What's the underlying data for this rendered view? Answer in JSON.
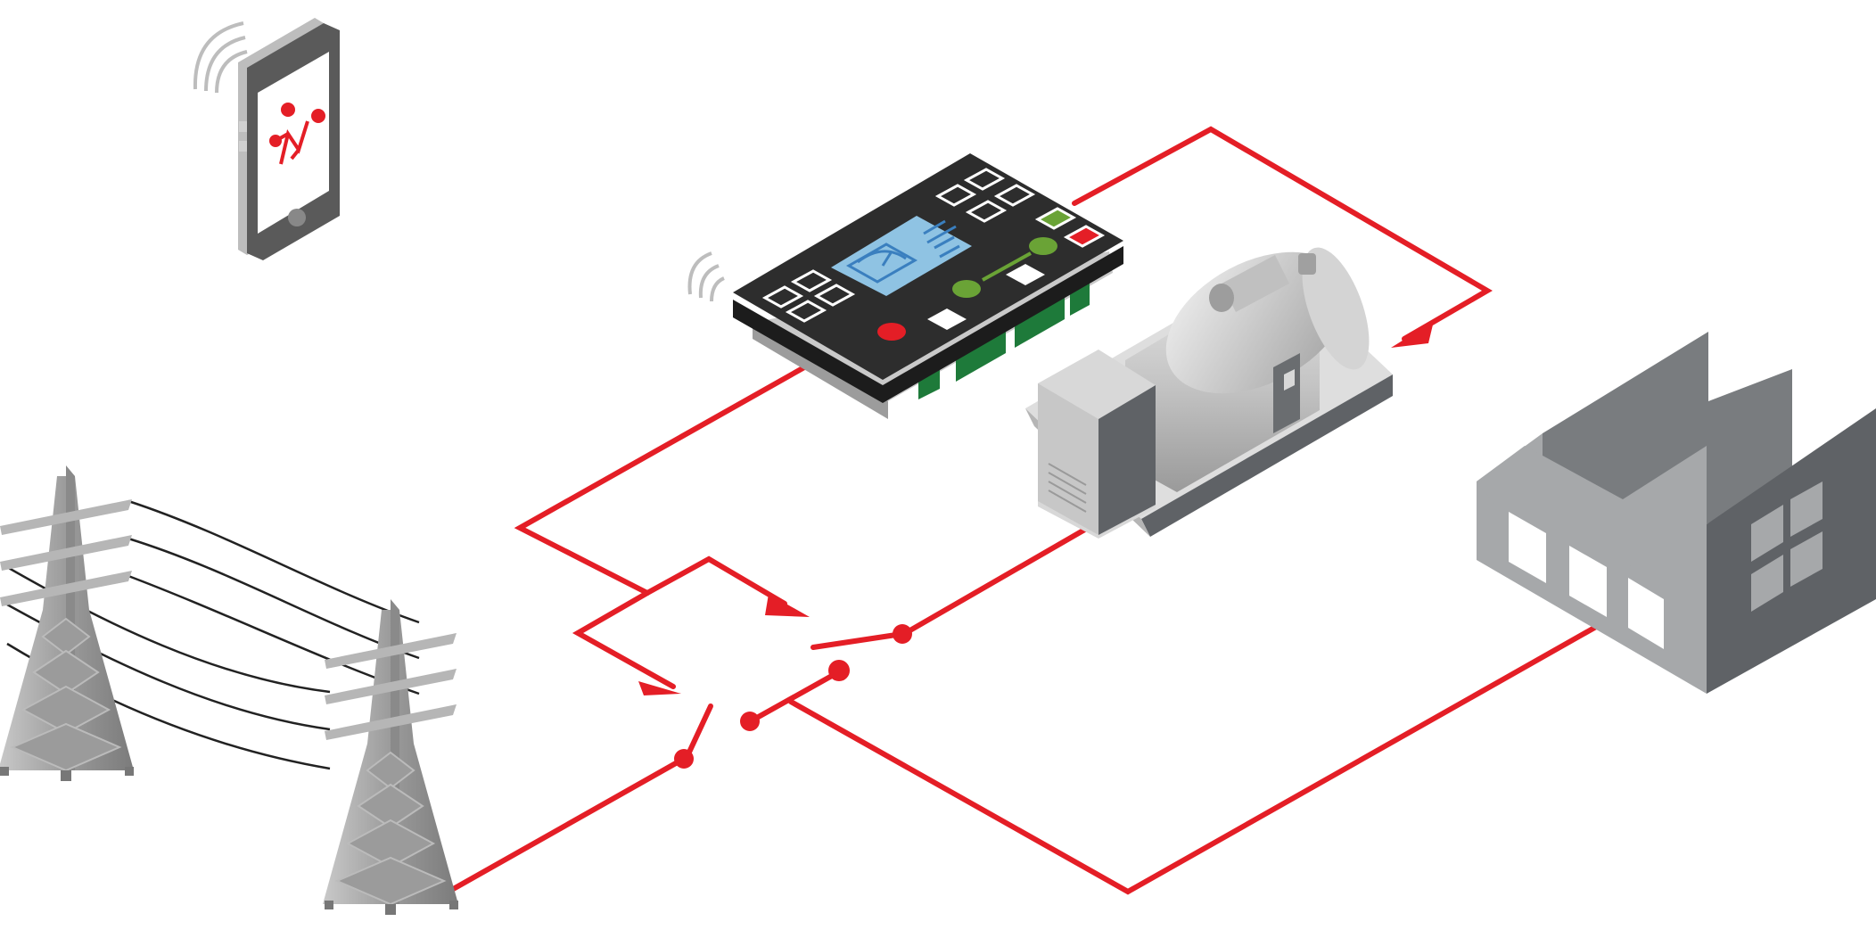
{
  "colors": {
    "signal_red": "#e41e26",
    "controller_body": "#2d2d2d",
    "controller_screen": "#8fc3e3",
    "screen_ink": "#3a7fbf",
    "led_green": "#6aa336",
    "led_red": "#e41e26",
    "pcb_green": "#1e7a3a",
    "metal_light": "#d9d9d9",
    "metal_mid": "#a6a8aa",
    "metal_dark": "#5f6266",
    "signal_wave": "#bdbdbd"
  },
  "components": [
    {
      "id": "smartphone",
      "icon": "smartphone-icon",
      "app_icon": "red-node-logo"
    },
    {
      "id": "controller",
      "icon": "generator-controller-icon",
      "wireless": true
    },
    {
      "id": "generator",
      "icon": "diesel-generator-icon"
    },
    {
      "id": "factory",
      "icon": "factory-building-icon"
    },
    {
      "id": "utility-mains",
      "icon": "power-pylon-icon",
      "count": 2
    },
    {
      "id": "transfer-switch",
      "icon": "transfer-switch-icon",
      "breakers": 2
    }
  ]
}
